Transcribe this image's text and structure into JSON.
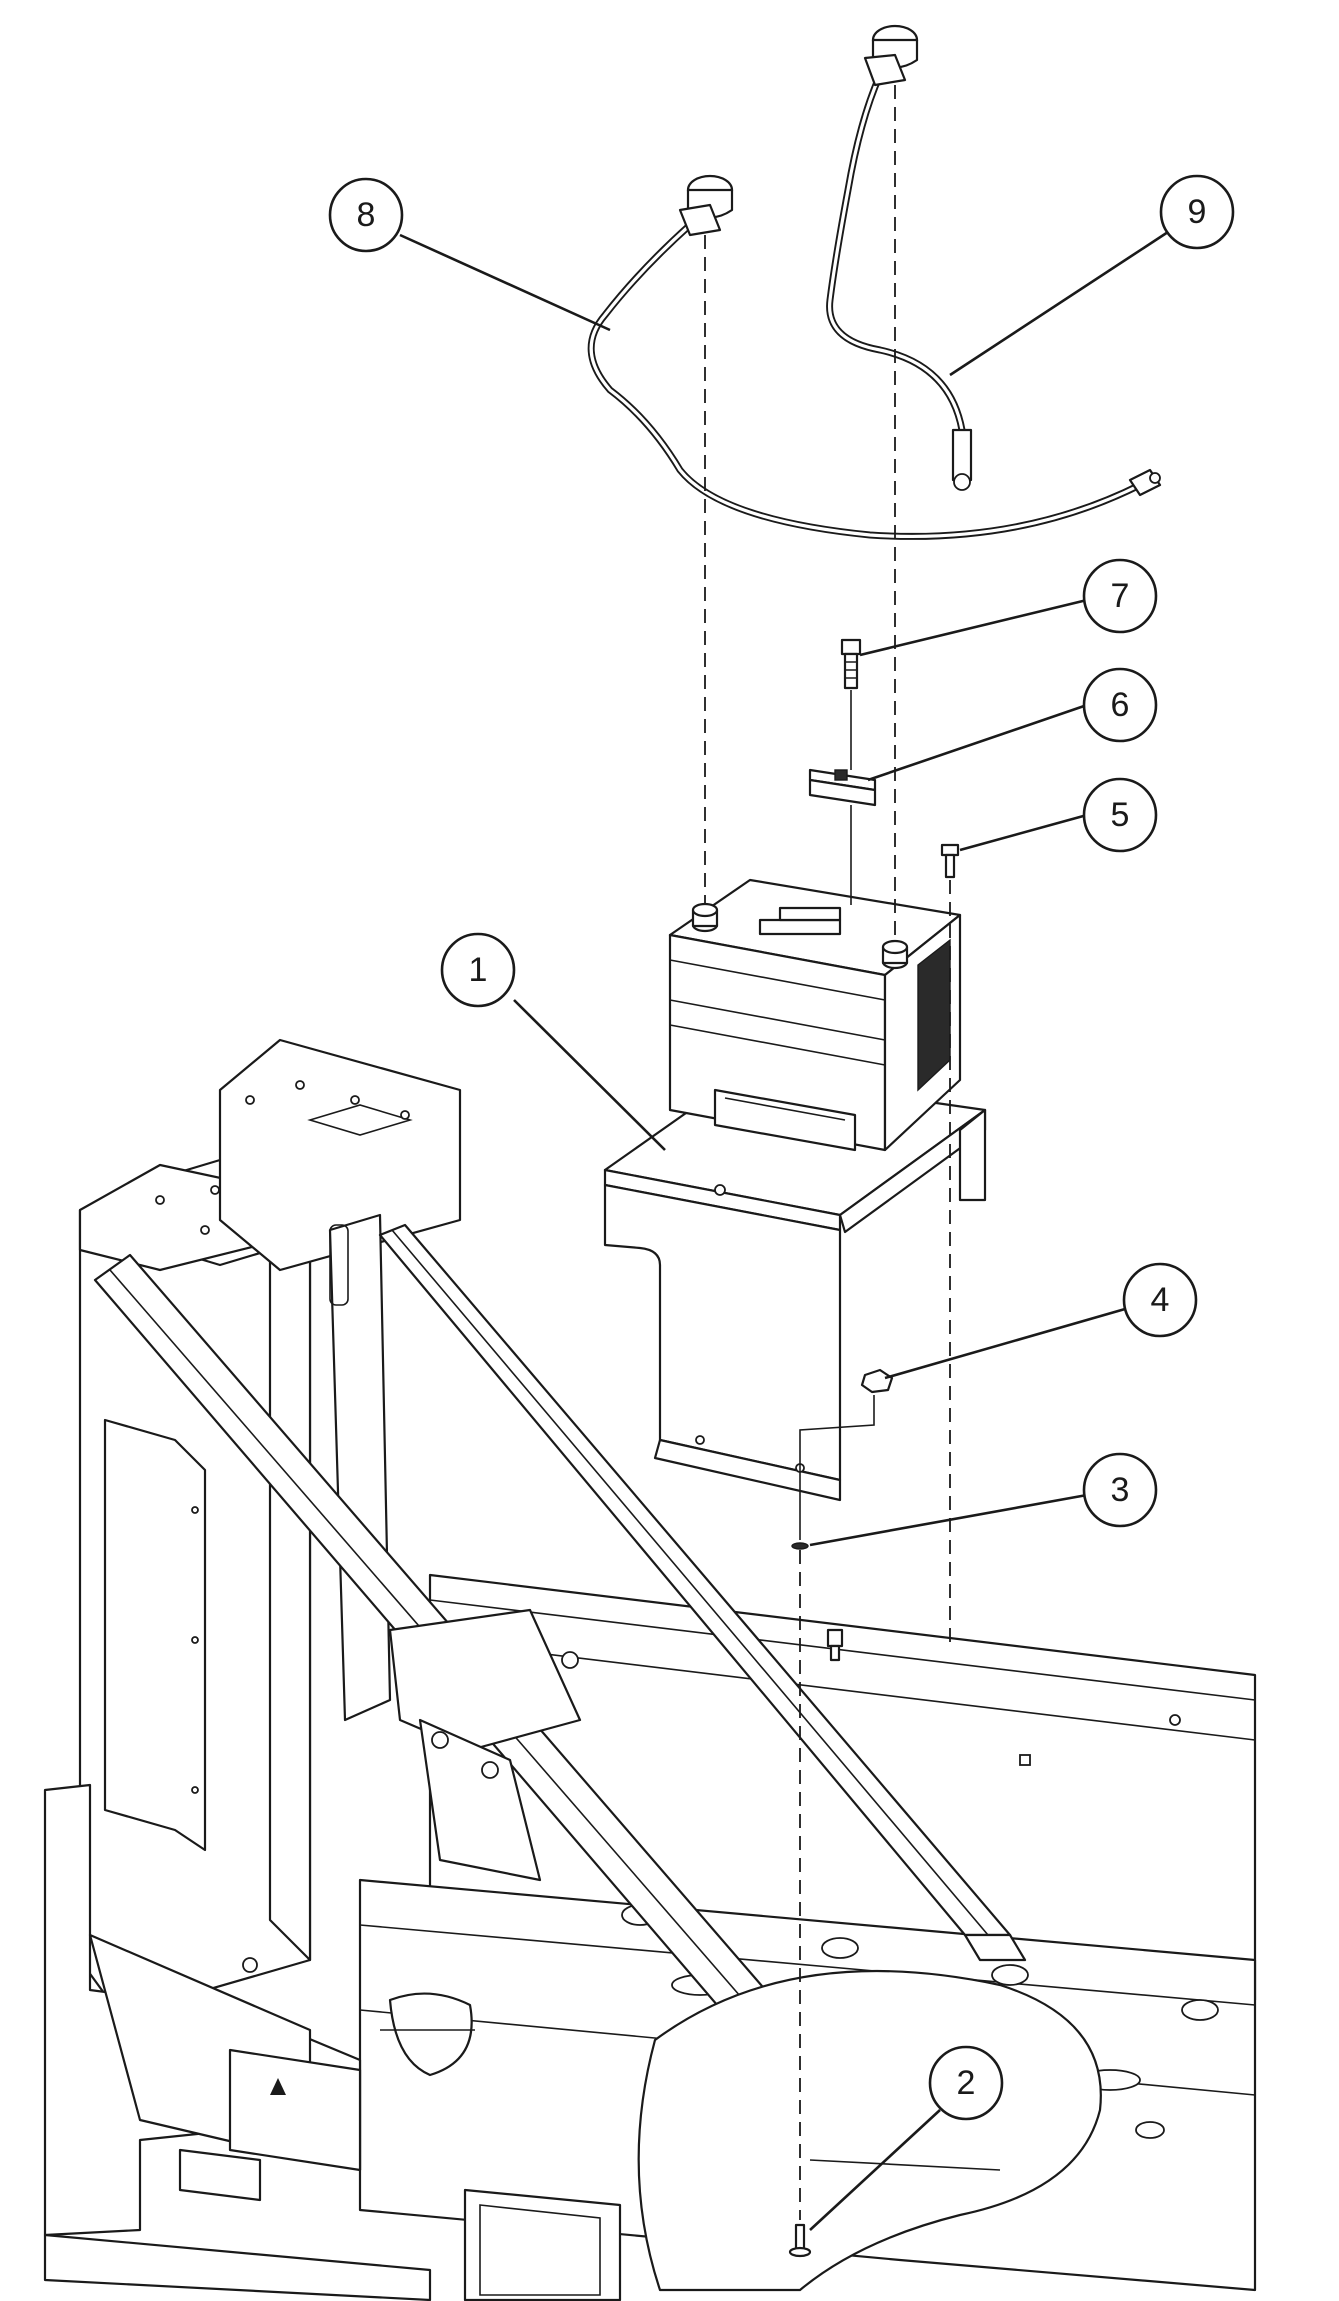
{
  "callouts": [
    {
      "id": "1",
      "label": "1"
    },
    {
      "id": "2",
      "label": "2"
    },
    {
      "id": "3",
      "label": "3"
    },
    {
      "id": "4",
      "label": "4"
    },
    {
      "id": "5",
      "label": "5"
    },
    {
      "id": "6",
      "label": "6"
    },
    {
      "id": "7",
      "label": "7"
    },
    {
      "id": "8",
      "label": "8"
    },
    {
      "id": "9",
      "label": "9"
    }
  ],
  "icons": {
    "warning": "warning-triangle-icon"
  }
}
